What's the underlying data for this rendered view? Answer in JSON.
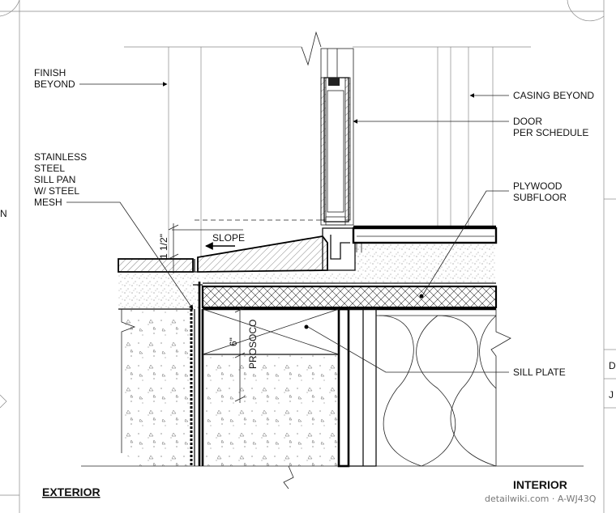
{
  "labels": {
    "finish_beyond_1": "FINISH",
    "finish_beyond_2": "BEYOND",
    "casing_beyond": "CASING BEYOND",
    "door_1": "DOOR",
    "door_2": "PER SCHEDULE",
    "sill_pan_1": "STAINLESS",
    "sill_pan_2": "STEEL",
    "sill_pan_3": "SILL PAN",
    "sill_pan_4": "W/ STEEL",
    "sill_pan_5": "MESH",
    "plywood_1": "PLYWOOD",
    "plywood_2": "SUBFLOOR",
    "sill_plate": "SILL PLATE",
    "slope": "SLOPE",
    "dim_1_half": "1 1/2\"",
    "dim_6": "6\"",
    "prosoco": "PROSOCO",
    "exterior": "EXTERIOR",
    "interior": "INTERIOR",
    "right_tag_1": "D",
    "right_tag_2": "J",
    "left_tag": "N",
    "watermark": "detailwiki.com · A-WJ43Q"
  }
}
